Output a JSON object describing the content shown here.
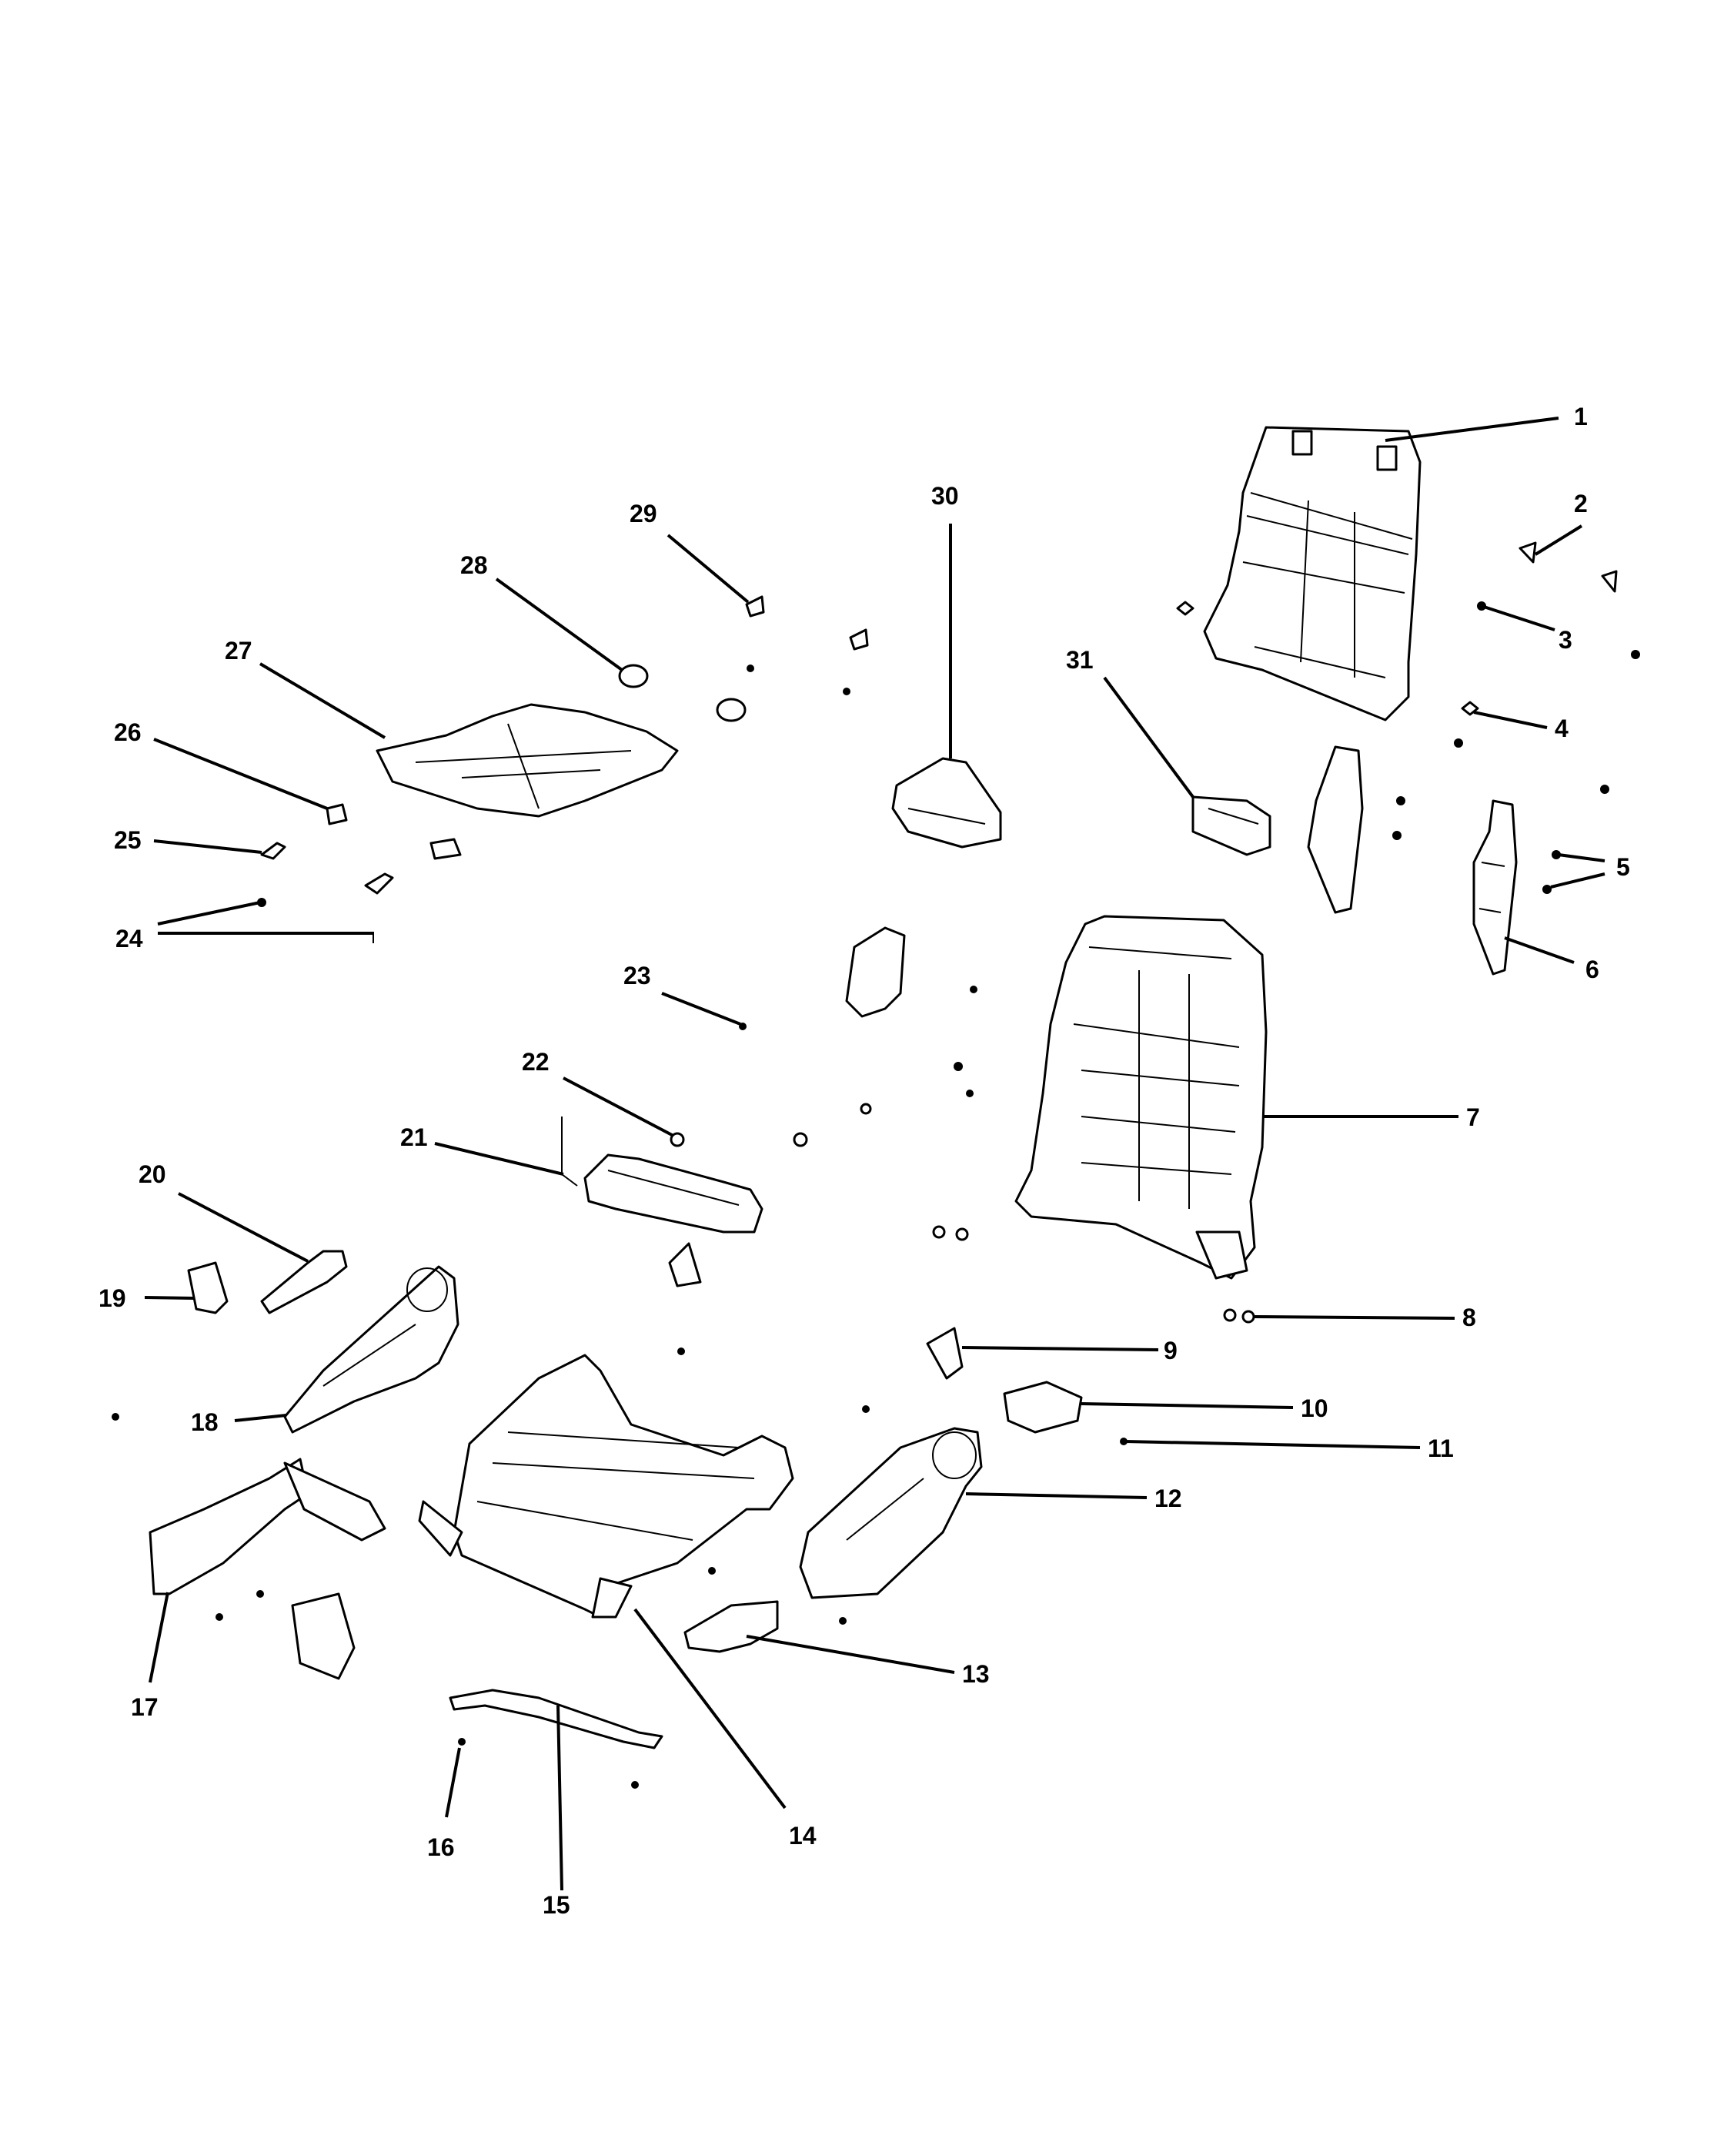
{
  "diagram": {
    "colors": {
      "ink": "#000000",
      "paper": "#ffffff"
    },
    "callouts": [
      {
        "id": "1",
        "label": "1"
      },
      {
        "id": "2",
        "label": "2"
      },
      {
        "id": "3",
        "label": "3"
      },
      {
        "id": "4",
        "label": "4"
      },
      {
        "id": "5",
        "label": "5"
      },
      {
        "id": "6",
        "label": "6"
      },
      {
        "id": "7",
        "label": "7"
      },
      {
        "id": "8",
        "label": "8"
      },
      {
        "id": "9",
        "label": "9"
      },
      {
        "id": "10",
        "label": "10"
      },
      {
        "id": "11",
        "label": "11"
      },
      {
        "id": "12",
        "label": "12"
      },
      {
        "id": "13",
        "label": "13"
      },
      {
        "id": "14",
        "label": "14"
      },
      {
        "id": "15",
        "label": "15"
      },
      {
        "id": "16",
        "label": "16"
      },
      {
        "id": "17",
        "label": "17"
      },
      {
        "id": "18",
        "label": "18"
      },
      {
        "id": "19",
        "label": "19"
      },
      {
        "id": "20",
        "label": "20"
      },
      {
        "id": "21",
        "label": "21"
      },
      {
        "id": "22",
        "label": "22"
      },
      {
        "id": "23",
        "label": "23"
      },
      {
        "id": "24",
        "label": "24"
      },
      {
        "id": "25",
        "label": "25"
      },
      {
        "id": "26",
        "label": "26"
      },
      {
        "id": "27",
        "label": "27"
      },
      {
        "id": "28",
        "label": "28"
      },
      {
        "id": "29",
        "label": "29"
      },
      {
        "id": "30",
        "label": "30"
      },
      {
        "id": "31",
        "label": "31"
      }
    ]
  }
}
